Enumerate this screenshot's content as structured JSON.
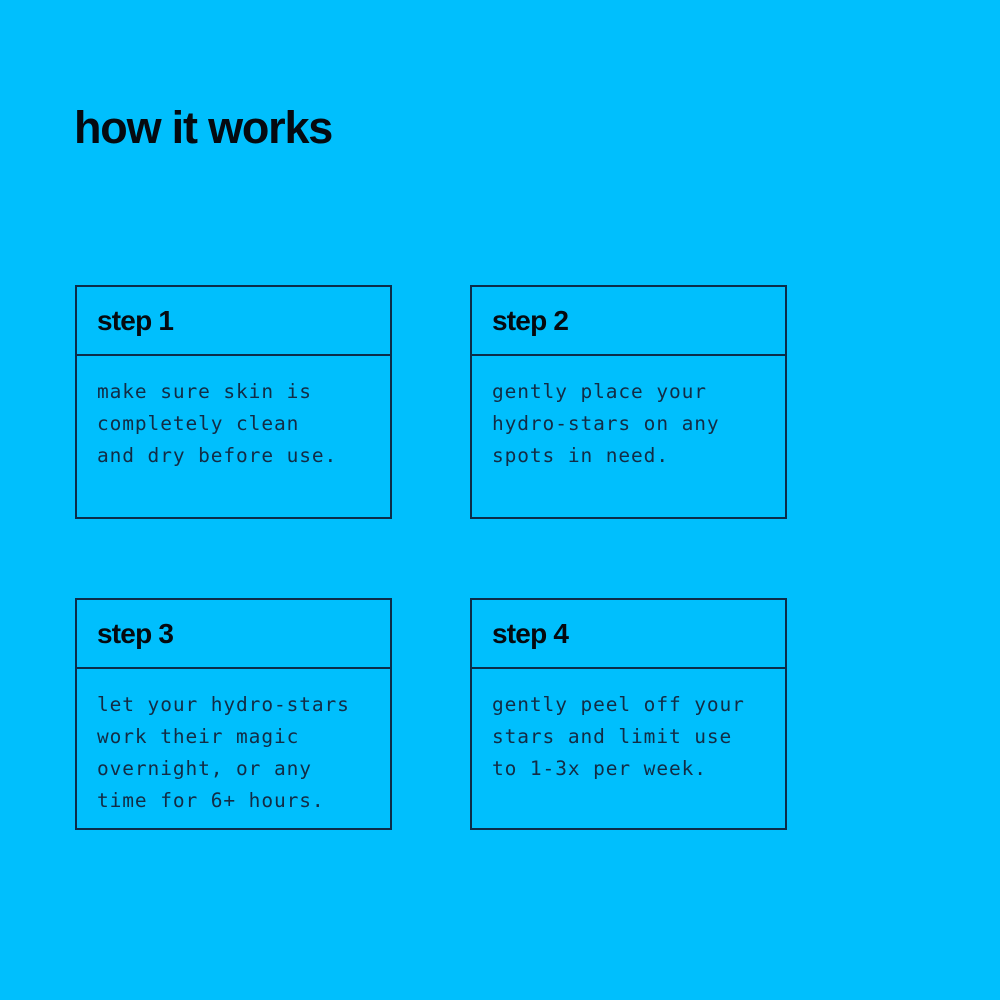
{
  "background_color": "#00BFFD",
  "ink_color": "#050a10",
  "border_color": "#0c2c49",
  "body_text_color": "#122c45",
  "heading": {
    "title": "how it works"
  },
  "steps": [
    {
      "label": "step 1",
      "text": "make sure skin is\ncompletely clean\nand dry before use."
    },
    {
      "label": "step 2",
      "text": "gently place your\nhydro-stars on any\nspots in need."
    },
    {
      "label": "step 3",
      "text": "let your hydro-stars\nwork their magic\novernight, or any\ntime for 6+ hours."
    },
    {
      "label": "step 4",
      "text": "gently peel off your\nstars and limit use\nto 1-3x per week."
    }
  ]
}
